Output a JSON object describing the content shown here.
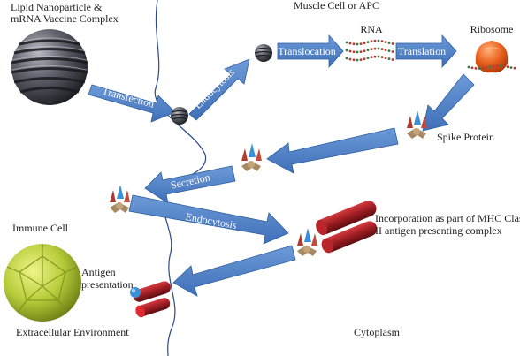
{
  "labels": {
    "lnp_line1": "Lipid Nanoparticle &",
    "lnp_line2": "mRNA Vaccine Complex",
    "muscle_cell": "Muscle Cell or APC",
    "rna": "RNA",
    "ribosome": "Ribosome",
    "spike_protein": "Spike Protein",
    "immune_cell": "Immune Cell",
    "antigen_line1": "Antigen",
    "antigen_line2": "presentation",
    "mhc_line1": "Incorporation as part of MHC Class",
    "mhc_line2": "II antigen presenting complex",
    "extracellular": "Extracellular Environment",
    "cytoplasm": "Cytoplasm"
  },
  "arrows": {
    "transfection": "Transfection",
    "endocytosis_1": "Endocytosis",
    "translocation": "Translocation",
    "translation": "Translation",
    "secretion": "Secretion",
    "endocytosis_2": "Endocytosis"
  },
  "colors": {
    "arrow_fill": "#4a7ec9",
    "arrow_edge": "#2f5e9e",
    "membrane": "#2b4a8a",
    "lnp_dark": "#2e2f36",
    "lnp_light": "#8a8d96",
    "ribosome": "#e9611c",
    "immune_cell": "#b8cc3a",
    "mhc_red": "#9c1d22",
    "spike_red": "#b03a2e",
    "spike_blue": "#3a8fd9",
    "spike_tan": "#a88a62",
    "rna_red": "#c0392b",
    "rna_green": "#2e7d4f"
  }
}
